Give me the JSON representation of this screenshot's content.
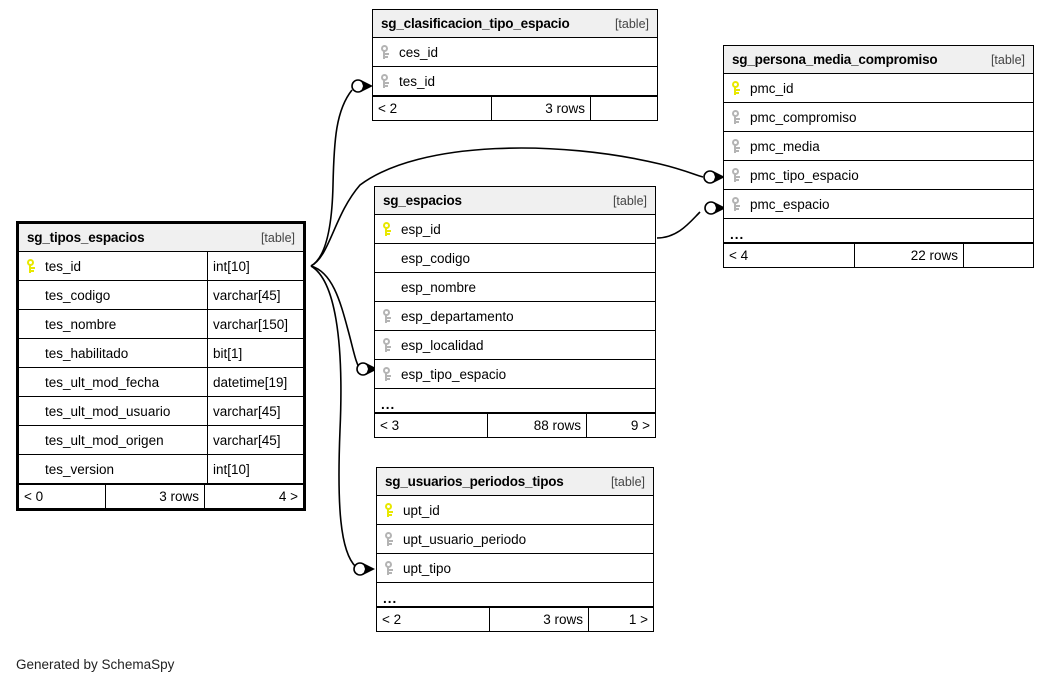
{
  "diagram": {
    "credit": "Generated by SchemaSpy",
    "table_tag": "[table]",
    "ellipsis": "...",
    "colors": {
      "pk_key": "#e8e800",
      "fk_key": "#b4b4b4",
      "header_bg": "#f0f0f0",
      "border": "#000000"
    }
  },
  "tables": [
    {
      "id": "sg_clasificacion_tipo_espacio",
      "name": "sg_clasificacion_tipo_espacio",
      "tag": "[table]",
      "columns": [
        {
          "name": "ces_id",
          "key": "fk",
          "type": ""
        },
        {
          "name": "tes_id",
          "key": "fk",
          "type": ""
        }
      ],
      "has_ellipsis": false,
      "footer": {
        "left": "< 2",
        "center": "3 rows",
        "right": ""
      }
    },
    {
      "id": "sg_persona_media_compromiso",
      "name": "sg_persona_media_compromiso",
      "tag": "[table]",
      "columns": [
        {
          "name": "pmc_id",
          "key": "pk",
          "type": ""
        },
        {
          "name": "pmc_compromiso",
          "key": "fk",
          "type": ""
        },
        {
          "name": "pmc_media",
          "key": "fk",
          "type": ""
        },
        {
          "name": "pmc_tipo_espacio",
          "key": "fk",
          "type": ""
        },
        {
          "name": "pmc_espacio",
          "key": "fk",
          "type": ""
        }
      ],
      "has_ellipsis": true,
      "footer": {
        "left": "< 4",
        "center": "22 rows",
        "right": ""
      }
    },
    {
      "id": "sg_tipos_espacios",
      "name": "sg_tipos_espacios",
      "tag": "[table]",
      "focus": true,
      "columns": [
        {
          "name": "tes_id",
          "key": "pk",
          "type": "int[10]"
        },
        {
          "name": "tes_codigo",
          "key": "none",
          "type": "varchar[45]"
        },
        {
          "name": "tes_nombre",
          "key": "none",
          "type": "varchar[150]"
        },
        {
          "name": "tes_habilitado",
          "key": "none",
          "type": "bit[1]"
        },
        {
          "name": "tes_ult_mod_fecha",
          "key": "none",
          "type": "datetime[19]"
        },
        {
          "name": "tes_ult_mod_usuario",
          "key": "none",
          "type": "varchar[45]"
        },
        {
          "name": "tes_ult_mod_origen",
          "key": "none",
          "type": "varchar[45]"
        },
        {
          "name": "tes_version",
          "key": "none",
          "type": "int[10]"
        }
      ],
      "has_ellipsis": false,
      "footer": {
        "left": "< 0",
        "center": "3 rows",
        "right": "4 >"
      }
    },
    {
      "id": "sg_espacios",
      "name": "sg_espacios",
      "tag": "[table]",
      "columns": [
        {
          "name": "esp_id",
          "key": "pk",
          "type": ""
        },
        {
          "name": "esp_codigo",
          "key": "none",
          "type": ""
        },
        {
          "name": "esp_nombre",
          "key": "none",
          "type": ""
        },
        {
          "name": "esp_departamento",
          "key": "fk",
          "type": ""
        },
        {
          "name": "esp_localidad",
          "key": "fk",
          "type": ""
        },
        {
          "name": "esp_tipo_espacio",
          "key": "fk",
          "type": ""
        }
      ],
      "has_ellipsis": true,
      "footer": {
        "left": "< 3",
        "center": "88 rows",
        "right": "9 >"
      }
    },
    {
      "id": "sg_usuarios_periodos_tipos",
      "name": "sg_usuarios_periodos_tipos",
      "tag": "[table]",
      "columns": [
        {
          "name": "upt_id",
          "key": "pk",
          "type": ""
        },
        {
          "name": "upt_usuario_periodo",
          "key": "fk",
          "type": ""
        },
        {
          "name": "upt_tipo",
          "key": "fk",
          "type": ""
        }
      ],
      "has_ellipsis": true,
      "footer": {
        "left": "< 2",
        "center": "3 rows",
        "right": "1 >"
      }
    }
  ],
  "relationships": [
    {
      "from": "sg_tipos_espacios.tes_id",
      "to": "sg_clasificacion_tipo_espacio.tes_id",
      "cardinality": "zero-or-many"
    },
    {
      "from": "sg_tipos_espacios.tes_id",
      "to": "sg_persona_media_compromiso.pmc_tipo_espacio",
      "cardinality": "zero-or-many"
    },
    {
      "from": "sg_tipos_espacios.tes_id",
      "to": "sg_espacios.esp_tipo_espacio",
      "cardinality": "zero-or-many"
    },
    {
      "from": "sg_tipos_espacios.tes_id",
      "to": "sg_usuarios_periodos_tipos.upt_tipo",
      "cardinality": "zero-or-many"
    },
    {
      "from": "sg_espacios.esp_id",
      "to": "sg_persona_media_compromiso.pmc_espacio",
      "cardinality": "zero-or-many"
    }
  ]
}
